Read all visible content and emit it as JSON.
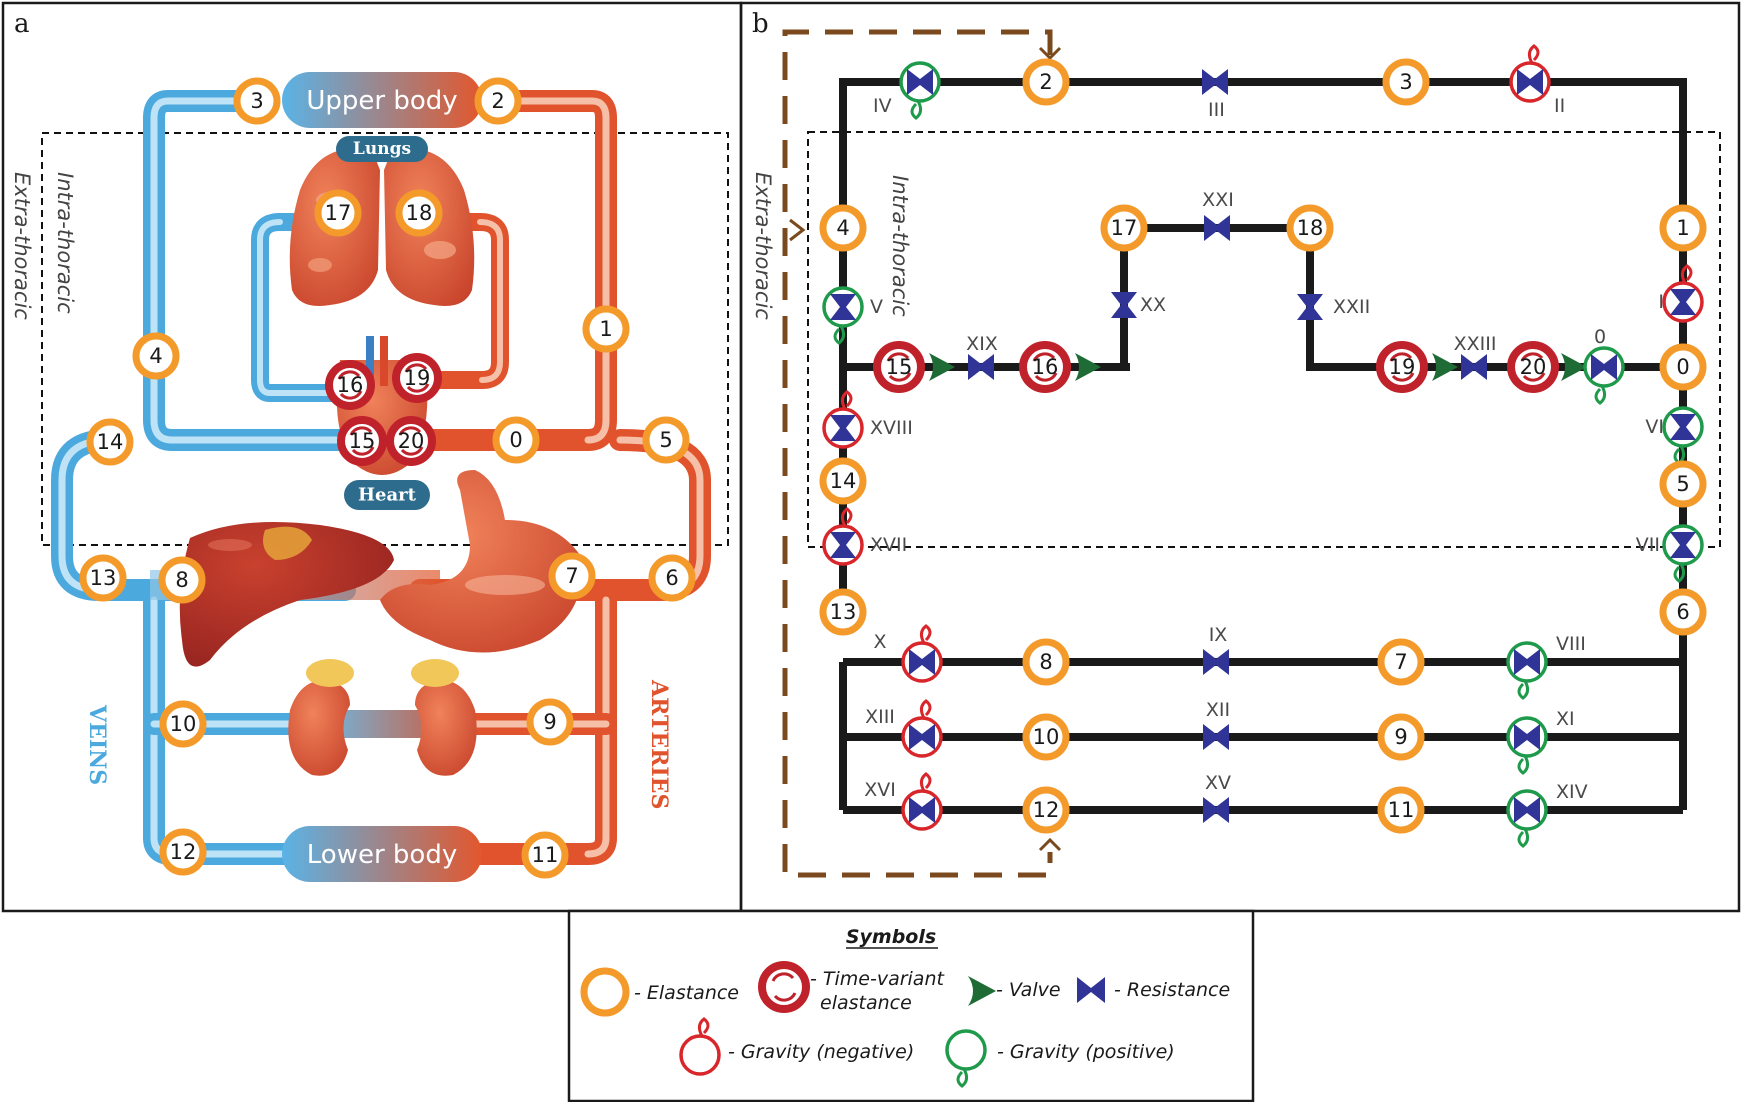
{
  "panels": {
    "a": "a",
    "b": "b"
  },
  "panel_a": {
    "upper_body": "Upper body",
    "lower_body": "Lower body",
    "lungs": "Lungs",
    "heart": "Heart",
    "intra": "Intra-thoracic",
    "extra": "Extra-thoracic",
    "veins": "VEINS",
    "arteries": "ARTERIES",
    "nodes": {
      "n0": "0",
      "n1": "1",
      "n2": "2",
      "n3": "3",
      "n4": "4",
      "n5": "5",
      "n6": "6",
      "n7": "7",
      "n8": "8",
      "n9": "9",
      "n10": "10",
      "n11": "11",
      "n12": "12",
      "n13": "13",
      "n14": "14",
      "n15": "15",
      "n16": "16",
      "n17": "17",
      "n18": "18",
      "n19": "19",
      "n20": "20"
    }
  },
  "panel_b": {
    "intra": "Intra-thoracic",
    "extra": "Extra-thoracic",
    "nodes": {
      "n0": "0",
      "n1": "1",
      "n2": "2",
      "n3": "3",
      "n4": "4",
      "n5": "5",
      "n6": "6",
      "n7": "7",
      "n8": "8",
      "n9": "9",
      "n10": "10",
      "n11": "11",
      "n12": "12",
      "n13": "13",
      "n14": "14",
      "n15": "15",
      "n16": "16",
      "n17": "17",
      "n18": "18",
      "n19": "19",
      "n20": "20"
    },
    "resistances": {
      "r0": "0",
      "r1": "I",
      "r2": "II",
      "r3": "III",
      "r4": "IV",
      "r5": "V",
      "r6": "VI",
      "r7": "VII",
      "r8": "VIII",
      "r9": "IX",
      "r10": "X",
      "r11": "XI",
      "r12": "XII",
      "r13": "XIII",
      "r14": "XIV",
      "r15": "XV",
      "r16": "XVI",
      "r17": "XVII",
      "r18": "XVIII",
      "r19": "XIX",
      "r20": "XX",
      "r21": "XXI",
      "r22": "XXII",
      "r23": "XXIII"
    }
  },
  "legend": {
    "title": "Symbols",
    "elastance": "- Elastance",
    "tv_elastance_1": "- Time-variant",
    "tv_elastance_2": "elastance",
    "valve": "- Valve",
    "resistance": "- Resistance",
    "gravity_neg": "- Gravity (negative)",
    "gravity_pos": "- Gravity (positive)"
  },
  "colors": {
    "elastance": "#F39A2A",
    "time_variant": "#C0222B",
    "valve": "#1F6B35",
    "resistance": "#2F3496",
    "gravity_negative": "#D8262B",
    "gravity_positive": "#1E9A4A",
    "vein": "#4BA9DE",
    "artery": "#E0532C",
    "extra_thoracic_path": "#7A4A1E"
  }
}
